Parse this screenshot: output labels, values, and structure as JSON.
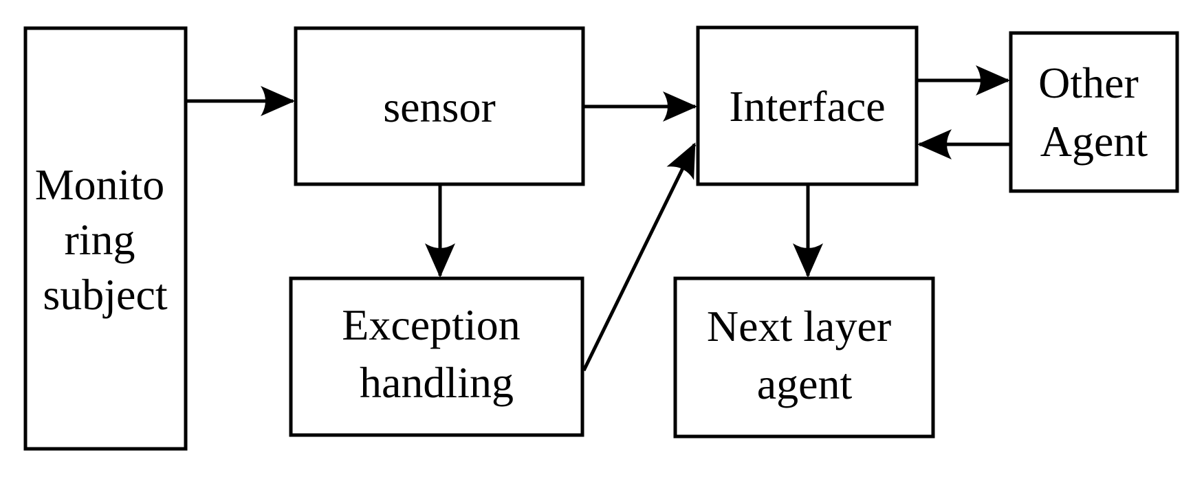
{
  "diagram": {
    "type": "flowchart",
    "colors": {
      "background": "#ffffff",
      "box_fill": "#ffffff",
      "stroke": "#000000",
      "text": "#000000"
    },
    "nodes": {
      "monitoring_subject": {
        "label": "Monitoring subject",
        "lines": [
          "Monito",
          "ring",
          "subject"
        ]
      },
      "sensor": {
        "label": "sensor",
        "lines": [
          "sensor"
        ]
      },
      "exception_handling": {
        "label": "Exception handling",
        "lines": [
          "Exception",
          "handling"
        ]
      },
      "interface": {
        "label": "Interface",
        "lines": [
          "Interface"
        ]
      },
      "next_layer_agent": {
        "label": "Next layer agent",
        "lines": [
          "Next layer",
          "agent"
        ]
      },
      "other_agent": {
        "label": "Other Agent",
        "lines": [
          "Other",
          "Agent"
        ]
      }
    },
    "edges": [
      {
        "from": "monitoring_subject",
        "to": "sensor",
        "style": "solid-arrow",
        "direction": "right"
      },
      {
        "from": "sensor",
        "to": "interface",
        "style": "solid-arrow",
        "direction": "right"
      },
      {
        "from": "sensor",
        "to": "exception_handling",
        "style": "solid-arrow",
        "direction": "down"
      },
      {
        "from": "exception_handling",
        "to": "interface",
        "style": "solid-arrow",
        "direction": "diagonal-up-right"
      },
      {
        "from": "interface",
        "to": "other_agent",
        "style": "solid-arrow",
        "direction": "right"
      },
      {
        "from": "other_agent",
        "to": "interface",
        "style": "solid-arrow",
        "direction": "left"
      },
      {
        "from": "interface",
        "to": "next_layer_agent",
        "style": "solid-arrow",
        "direction": "down"
      }
    ]
  }
}
